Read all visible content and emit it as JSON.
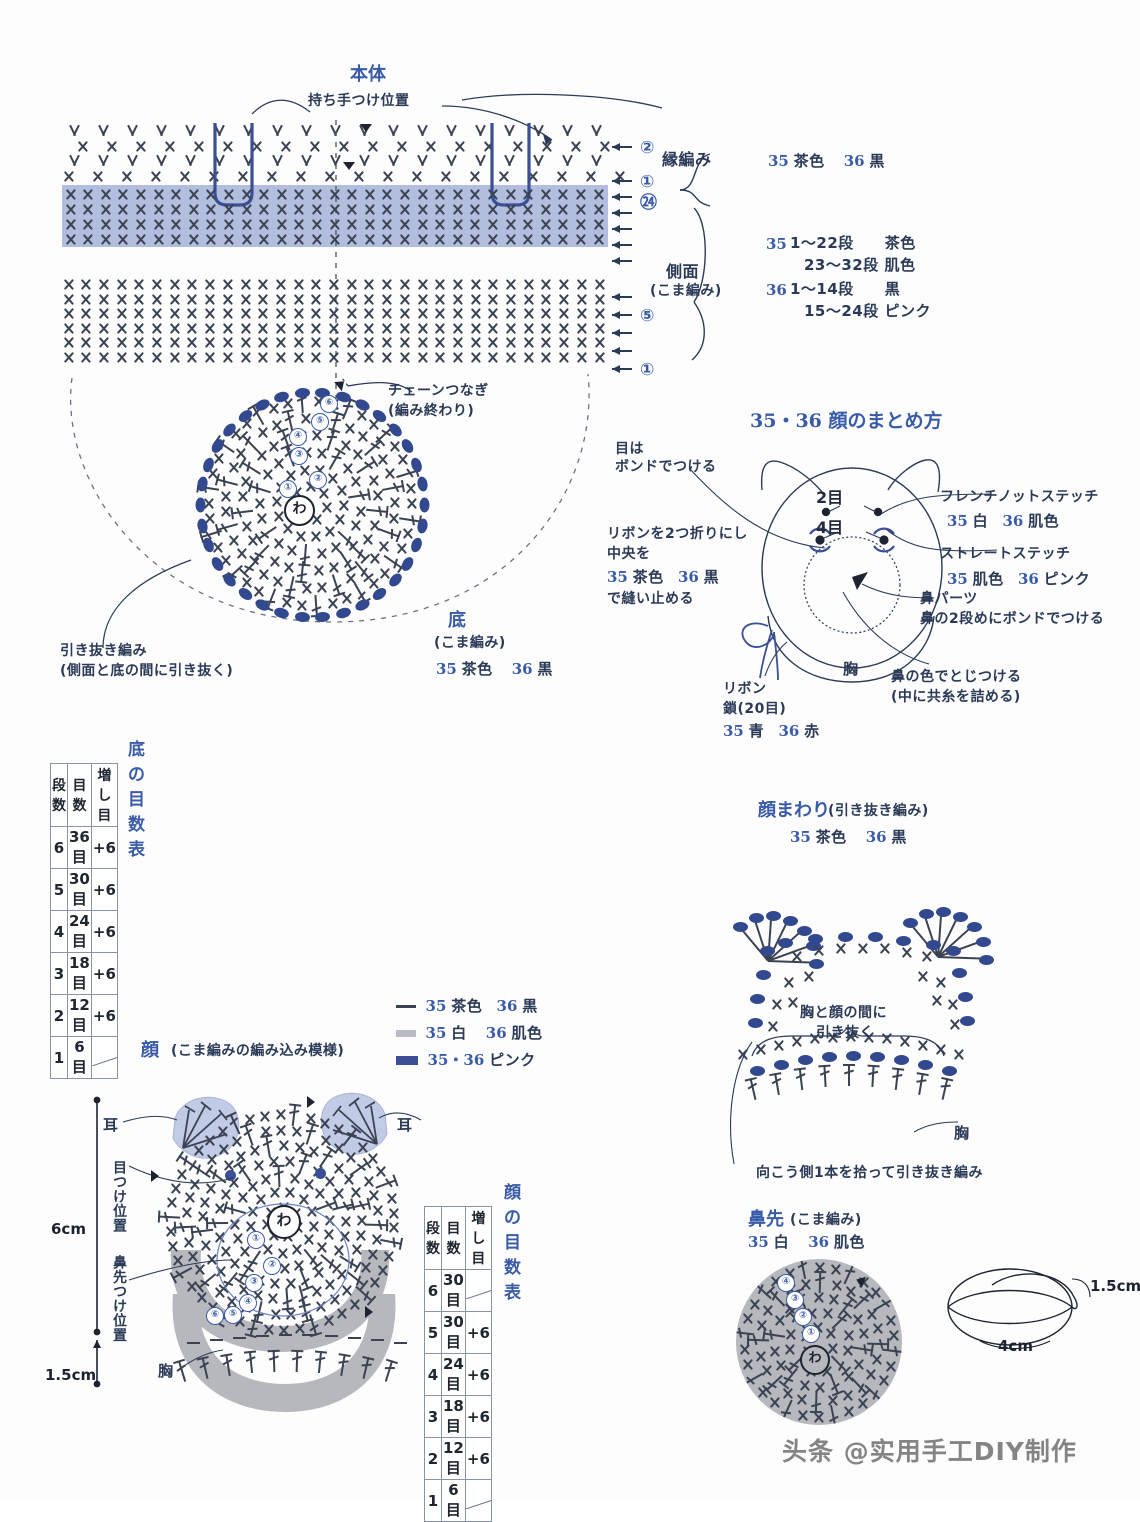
{
  "page": {
    "watermark": "头条 @实用手工DIY制作"
  },
  "body_chart": {
    "title": "本体",
    "handle_label": "持ち手つけ位置",
    "edge_section": {
      "label": "縁編み",
      "rows": [
        "②",
        "①",
        "㉔"
      ]
    },
    "side_section": {
      "label": "側面",
      "sub": "(こま編み)",
      "rows": [
        "⑤",
        "①"
      ]
    },
    "edge_colors": {
      "a_no": "35",
      "a_color": "茶色",
      "b_no": "36",
      "b_color": "黒"
    },
    "side_colors": [
      {
        "no": "35",
        "lines": [
          "1〜22段　　茶色",
          "23〜32段 肌色"
        ]
      },
      {
        "no": "36",
        "lines": [
          "1〜14段　　黒",
          "15〜24段 ピンク"
        ]
      }
    ]
  },
  "base_chart": {
    "chain_note": "チェーンつなぎ",
    "chain_note_sub": "(編み終わり)",
    "slip_note": "引き抜き編み",
    "slip_note_sub": "(側面と底の間に引き抜く)",
    "title": "底",
    "sub": "(こま編み)",
    "colors": {
      "a_no": "35",
      "a_color": "茶色",
      "b_no": "36",
      "b_color": "黒"
    },
    "center": "わ",
    "rows": [
      "①",
      "②",
      "③",
      "④",
      "⑤",
      "⑥"
    ]
  },
  "face_assembly": {
    "title": "35・36 顔のまとめ方",
    "eye_note": [
      "目は",
      "ボンドでつける"
    ],
    "eye_spacing_top": "2目",
    "eye_spacing_bottom": "4目",
    "french_knot": {
      "label": "フレンチノットステッチ",
      "a_no": "35",
      "a_color": "白",
      "b_no": "36",
      "b_color": "肌色"
    },
    "straight_stitch": {
      "label": "ストレートステッチ",
      "a_no": "35",
      "a_color": "肌色",
      "b_no": "36",
      "b_color": "ピンク"
    },
    "nose_parts": [
      "鼻パーツ",
      "鼻の2段めにボンドでつける"
    ],
    "nose_sew": [
      "鼻の色でとじつける",
      "(中に共糸を詰める)"
    ],
    "ribbon_note": [
      "リボンを2つ折りにし",
      "中央を"
    ],
    "ribbon_colors": {
      "a_no": "35",
      "a_color": "茶色",
      "b_no": "36",
      "b_color": "黒"
    },
    "ribbon_note_end": "で縫い止める",
    "ribbon_label": [
      "リボン",
      "鎖(20目)"
    ],
    "ribbon_yarn": {
      "a_no": "35",
      "a_color": "青",
      "b_no": "36",
      "b_color": "赤"
    },
    "chest_label": "胸"
  },
  "base_table": {
    "title": "底の目数表",
    "headers": [
      "段数",
      "目数",
      "増し目"
    ],
    "rows": [
      [
        "6",
        "36目",
        "+6"
      ],
      [
        "5",
        "30目",
        "+6"
      ],
      [
        "4",
        "24目",
        "+6"
      ],
      [
        "3",
        "18目",
        "+6"
      ],
      [
        "2",
        "12目",
        "+6"
      ],
      [
        "1",
        "6目",
        ""
      ]
    ]
  },
  "face_table": {
    "title": "顔の目数表",
    "headers": [
      "段数",
      "目数",
      "増し目"
    ],
    "rows": [
      [
        "6",
        "30目",
        ""
      ],
      [
        "5",
        "30目",
        "+6"
      ],
      [
        "4",
        "24目",
        "+6"
      ],
      [
        "3",
        "18目",
        "+6"
      ],
      [
        "2",
        "12目",
        "+6"
      ],
      [
        "1",
        "6目",
        ""
      ]
    ]
  },
  "legend": {
    "items": [
      {
        "swatch": "line-thin",
        "a_no": "35",
        "a_color": "茶色",
        "b_no": "36",
        "b_color": "黒"
      },
      {
        "swatch": "line-gray",
        "a_no": "35",
        "a_color": "白",
        "b_no": "36",
        "b_color": "肌色"
      },
      {
        "swatch": "line-blue",
        "a_no": "35・36",
        "a_color": "ピンク",
        "b_no": "",
        "b_color": ""
      }
    ]
  },
  "face_chart": {
    "title": "顔",
    "sub": "(こま編みの編み込み模様)",
    "ear_label_left": "耳",
    "ear_label_right": "耳",
    "eye_pos_label": "目つけ位置",
    "nose_pos_label": "鼻先つけ位置",
    "chest_label": "胸",
    "dim_top": "6cm",
    "dim_bottom": "1.5cm",
    "center": "わ",
    "rows": [
      "①",
      "②",
      "③",
      "④",
      "⑤",
      "⑥"
    ]
  },
  "face_surround": {
    "title": "顔まわり",
    "sub": "(引き抜き編み)",
    "colors": {
      "a_no": "35",
      "a_color": "茶色",
      "b_no": "36",
      "b_color": "黒"
    },
    "note_center": [
      "胸と顔の間に",
      "引き抜く"
    ],
    "chest_label": "胸",
    "note_bottom": "向こう側1本を拾って引き抜き編み"
  },
  "nose_tip": {
    "title": "鼻先",
    "sub": "(こま編み)",
    "colors": {
      "a_no": "35",
      "a_color": "白",
      "b_no": "36",
      "b_color": "肌色"
    },
    "center": "わ",
    "rows": [
      "①",
      "②",
      "③",
      "④"
    ]
  },
  "nose_dims": {
    "height": "1.5cm",
    "width": "4cm"
  },
  "colors": {
    "accent_blue": "#3a5ba8",
    "ink": "#2b3a57",
    "band_fill": "#b3bede",
    "gray_fill": "#b6b8bd",
    "ear_fill": "#c2cbe6",
    "stitch": "#3b4252"
  }
}
